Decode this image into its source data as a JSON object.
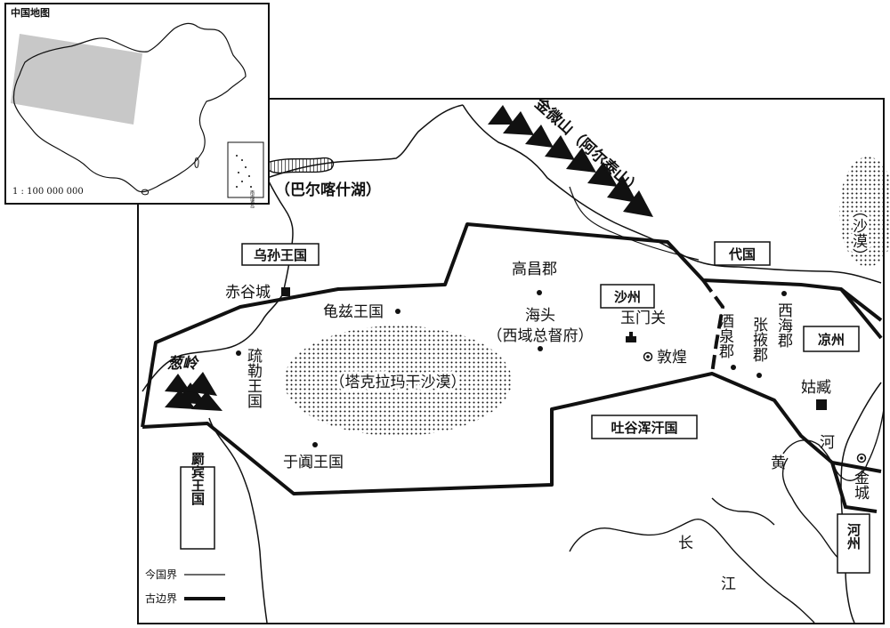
{
  "inset": {
    "title": "中国地图",
    "scale": "1 : 100 000 000",
    "south_sea_label": "南海诸岛"
  },
  "boxed_labels": {
    "wusun": "乌孙王国",
    "shazhou": "沙州",
    "daiguo": "代国",
    "liangzhou": "凉州",
    "tuyuhun": "吐谷浑汗国",
    "hezhou": "河州",
    "jibin": "罽宾王国"
  },
  "places": {
    "chigu": "赤谷城",
    "qiuci": "龟兹王国",
    "gaochang": "高昌郡",
    "haitou": "海头",
    "haitou_note": "（西域总督府）",
    "yumen": "玉门关",
    "dunhuang": "敦煌",
    "jiuquan": "酒泉郡",
    "zhangye": "张掖郡",
    "xihai": "西海郡",
    "guzang": "姑臧",
    "jincheng": "金城",
    "shule": "疏勒王国",
    "yutian": "于阗王国",
    "congling": "葱岭"
  },
  "features": {
    "balkhash": "（巴尔喀什湖）",
    "taklamakan": "（塔克拉玛干沙漠）",
    "jinwei_mountain": "金微山（阿尔泰山）",
    "desert_east": "（沙漠）",
    "yellow_river_1": "黄",
    "yellow_river_2": "河",
    "yangtze_1": "长",
    "yangtze_2": "江"
  },
  "legend": {
    "modern_border": "今国界",
    "ancient_border": "古边界"
  },
  "colors": {
    "ink": "#111111",
    "inset_highlight": "#c8c8c8",
    "paper": "#ffffff"
  }
}
